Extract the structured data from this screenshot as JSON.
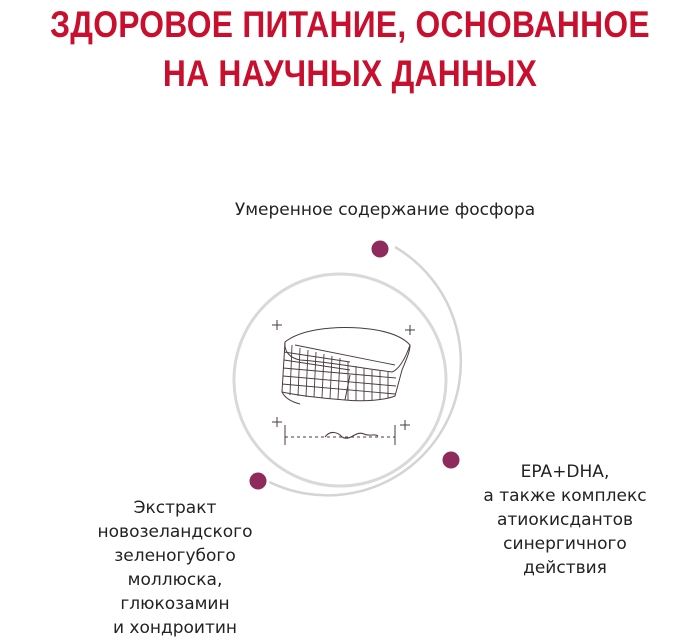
{
  "headline": {
    "line1": "ЗДОРОВОЕ ПИТАНИЕ, ОСНОВАННОЕ",
    "line2": "НА НАУЧНЫХ ДАННЫХ"
  },
  "features": {
    "top": {
      "lines": [
        "Умеренное содержание фосфора"
      ]
    },
    "left": {
      "lines": [
        "Экстракт",
        "новозеландского",
        "зеленогубого",
        "моллюска,",
        "глюкозамин",
        "и хондроитин"
      ]
    },
    "right": {
      "lines": [
        "EPA+DHA,",
        "а также комплекс",
        "атиокисдантов",
        "синергичного",
        "действия"
      ]
    }
  },
  "colors": {
    "accent": "#c8102e",
    "dot": "#8e2a5c",
    "ring": "#cfcfcf",
    "sketch": "#4a3a3f"
  },
  "icons": {
    "center": "kibble-sketch-icon"
  }
}
